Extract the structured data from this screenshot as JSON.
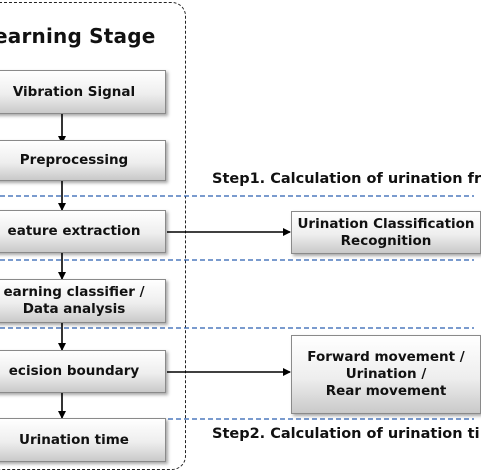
{
  "learning_stage": {
    "title": "earning Stage",
    "boxes": [
      {
        "label": "Vibration Signal"
      },
      {
        "label": "Preprocessing"
      },
      {
        "label": "eature extraction"
      },
      {
        "label_line1": "earning classifier /",
        "label_line2": "Data analysis"
      },
      {
        "label": "ecision boundary"
      },
      {
        "label": "Urination time"
      }
    ]
  },
  "step1": {
    "title": "Step1. Calculation of urination fr",
    "result_line1": "Urination Classification",
    "result_line2": "Recognition"
  },
  "step2": {
    "title": "Step2. Calculation of urination ti",
    "result_line1": "Forward movement /",
    "result_line2": "Urination /",
    "result_line3": "Rear movement"
  },
  "colors": {
    "dashed_divider": "#2b5fb0",
    "box_border": "#8a8a8a",
    "arrow": "#000000"
  }
}
